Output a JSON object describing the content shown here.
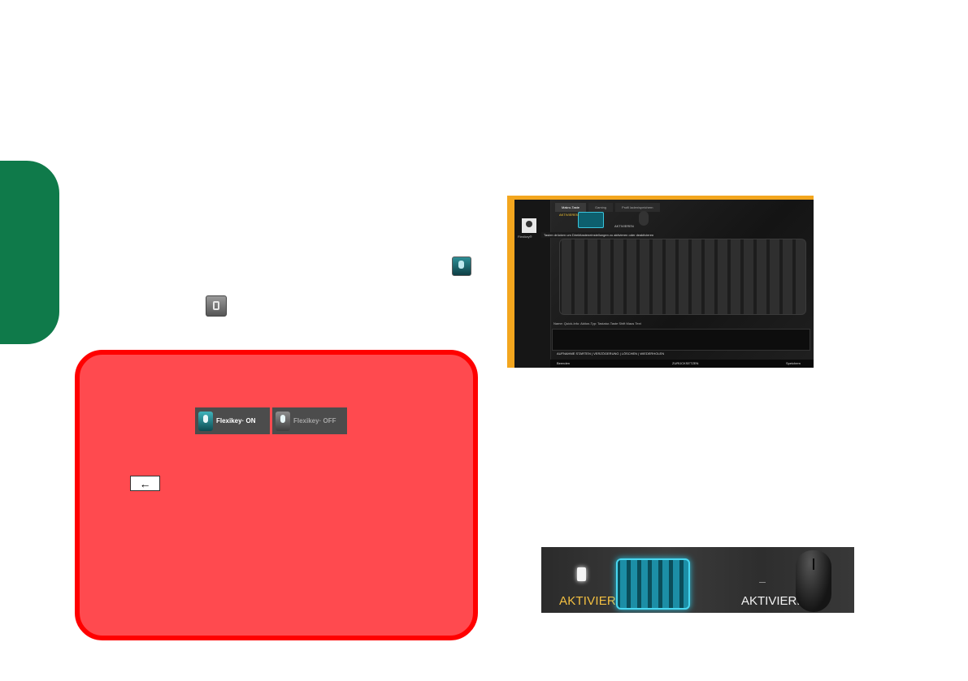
{
  "colors": {
    "side_tab": "#0f7a4a",
    "warning_fill": "#ff4a4f",
    "warning_border": "#ff0000",
    "app_frame": "#f3a61e",
    "activate_text": "#f4c041"
  },
  "icons": {
    "flexikey_icon": "flexikey-icon",
    "grey_key_icon": "key-icon",
    "backspace_key": "←"
  },
  "flexikey": {
    "on_label": "Flexikey· ON",
    "off_label": "Flexikey· OFF"
  },
  "app": {
    "username": "Flexikey®",
    "tabs": [
      "Makro-Taste",
      "Gaming",
      "Profil laden/speichern"
    ],
    "activate_label": "AKTIVIEREN",
    "activate_label_mouse": "AKTIVIEREN",
    "hint_text": "Tasten drücken um Direkttasteneinstellungen zu aktivieren oder deaktivieren",
    "fields": "Name:       Quick-Info:                    Aktion-Typ:  Tastatur-Taste   Shift  Maus  Text",
    "actions": "AUFNAHME STARTEN  |  VERZÖGERUNG  |  LÖSCHEN  |  WIEDERHOLEN",
    "footer_exit": "Beenden",
    "footer_reset": "ZURÜCKSETZEN",
    "footer_save": "Speichern"
  },
  "strip": {
    "activate_keyboard": "AKTIVIEREN",
    "activate_mouse": "AKTIVIEREN"
  }
}
